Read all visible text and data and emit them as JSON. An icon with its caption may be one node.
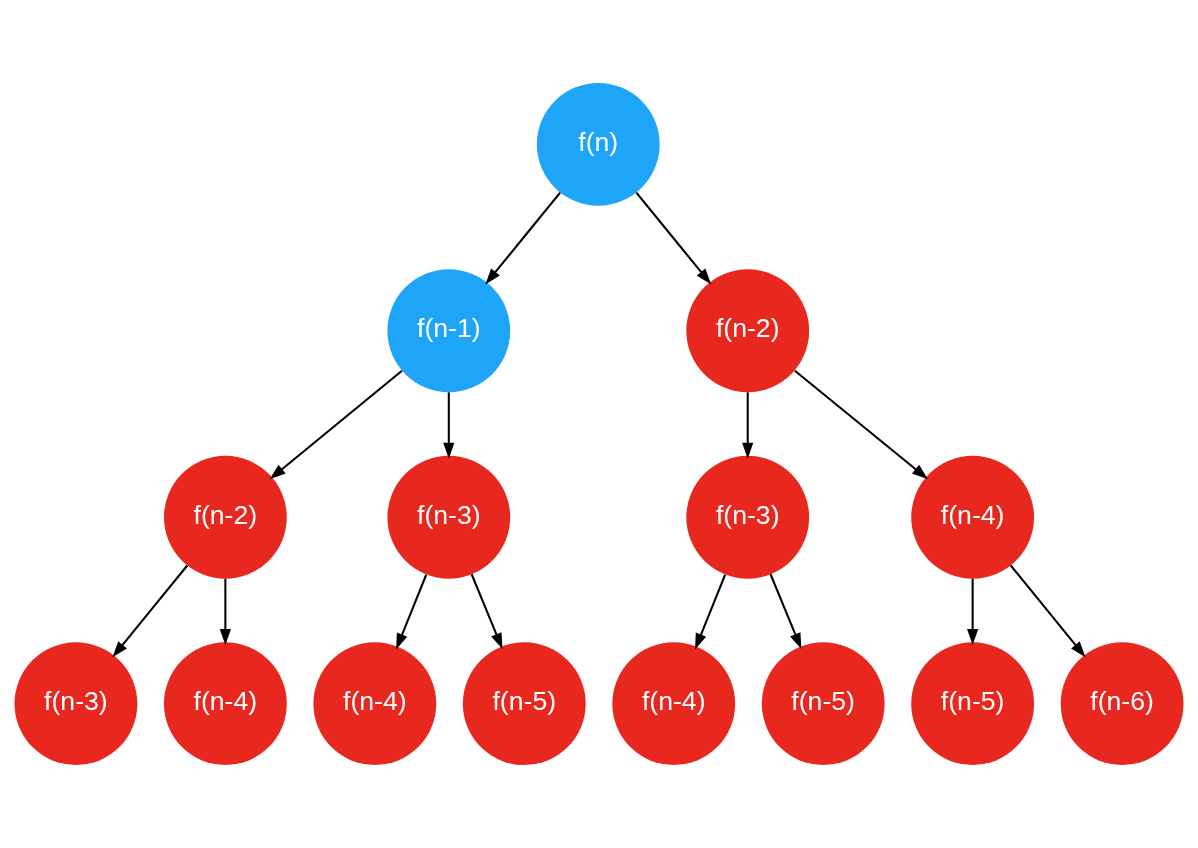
{
  "diagram": {
    "nodes": [
      {
        "text": [
          "f(n)"
        ]
      },
      {
        "text": [
          "f(n-1)"
        ]
      },
      {
        "text": [
          "f(n-2)"
        ]
      },
      {
        "text": [
          "f(n-2)"
        ]
      },
      {
        "text": [
          "f(n-3)"
        ]
      },
      {
        "text": [
          "f(n-3)"
        ]
      },
      {
        "text": [
          "f(n-4)"
        ]
      },
      {
        "text": [
          "f(n-3)"
        ]
      },
      {
        "text": [
          "f(n-4)"
        ]
      },
      {
        "text": [
          "f(n-4)"
        ]
      },
      {
        "text": [
          "f(n-5)"
        ]
      },
      {
        "text": [
          "f(n-4)"
        ]
      },
      {
        "text": [
          "f(n-5)"
        ]
      },
      {
        "text": [
          "f(n-5)"
        ]
      },
      {
        "text": [
          "f(n-6)"
        ]
      }
    ],
    "edges": [
      {
        "from": 0,
        "to": 1,
        "arrow": "to"
      },
      {
        "from": 0,
        "to": 2,
        "arrow": "to"
      },
      {
        "from": 1,
        "to": 3,
        "arrow": "to"
      },
      {
        "from": 1,
        "to": 4,
        "arrow": "to"
      },
      {
        "from": 2,
        "to": 5,
        "arrow": "to"
      },
      {
        "from": 2,
        "to": 6,
        "arrow": "to"
      },
      {
        "from": 3,
        "to": 7,
        "arrow": "to"
      },
      {
        "from": 3,
        "to": 8,
        "arrow": "to"
      },
      {
        "from": 4,
        "to": 9,
        "arrow": "to"
      },
      {
        "from": 4,
        "to": 10,
        "arrow": "to"
      },
      {
        "from": 5,
        "to": 11,
        "arrow": "to"
      },
      {
        "from": 5,
        "to": 12,
        "arrow": "to"
      },
      {
        "from": 6,
        "to": 13,
        "arrow": "to"
      },
      {
        "from": 6,
        "to": 14,
        "arrow": "to"
      }
    ]
  }
}
